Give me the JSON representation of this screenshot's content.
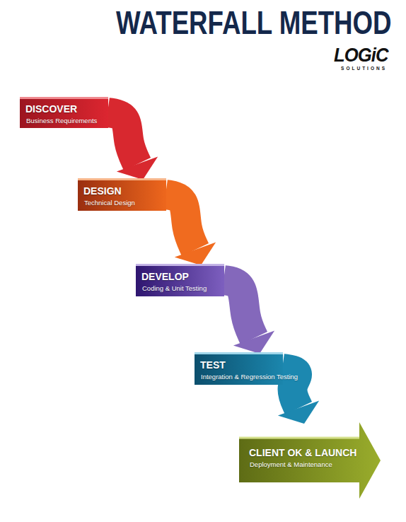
{
  "diagram": {
    "title": "WATERFALL METHOD",
    "nodes": [
      {
        "text": [
          "DISCOVER",
          "Business Requirements"
        ]
      },
      {
        "text": [
          "DESIGN",
          "Technical Design"
        ]
      },
      {
        "text": [
          "DEVELOP",
          "Coding & Unit Testing"
        ]
      },
      {
        "text": [
          "TEST",
          "Integration & Regression Testing"
        ]
      },
      {
        "text": [
          "CLIENT OK & LAUNCH",
          "Deployment & Maintenance"
        ]
      }
    ],
    "edges": [
      {
        "from": 0,
        "to": 1,
        "arrow": "to"
      },
      {
        "from": 1,
        "to": 2,
        "arrow": "to"
      },
      {
        "from": 2,
        "to": 3,
        "arrow": "to"
      },
      {
        "from": 3,
        "to": 4,
        "arrow": "to"
      }
    ],
    "labels": [
      "LOGiC",
      "SOLUTIONS"
    ]
  }
}
